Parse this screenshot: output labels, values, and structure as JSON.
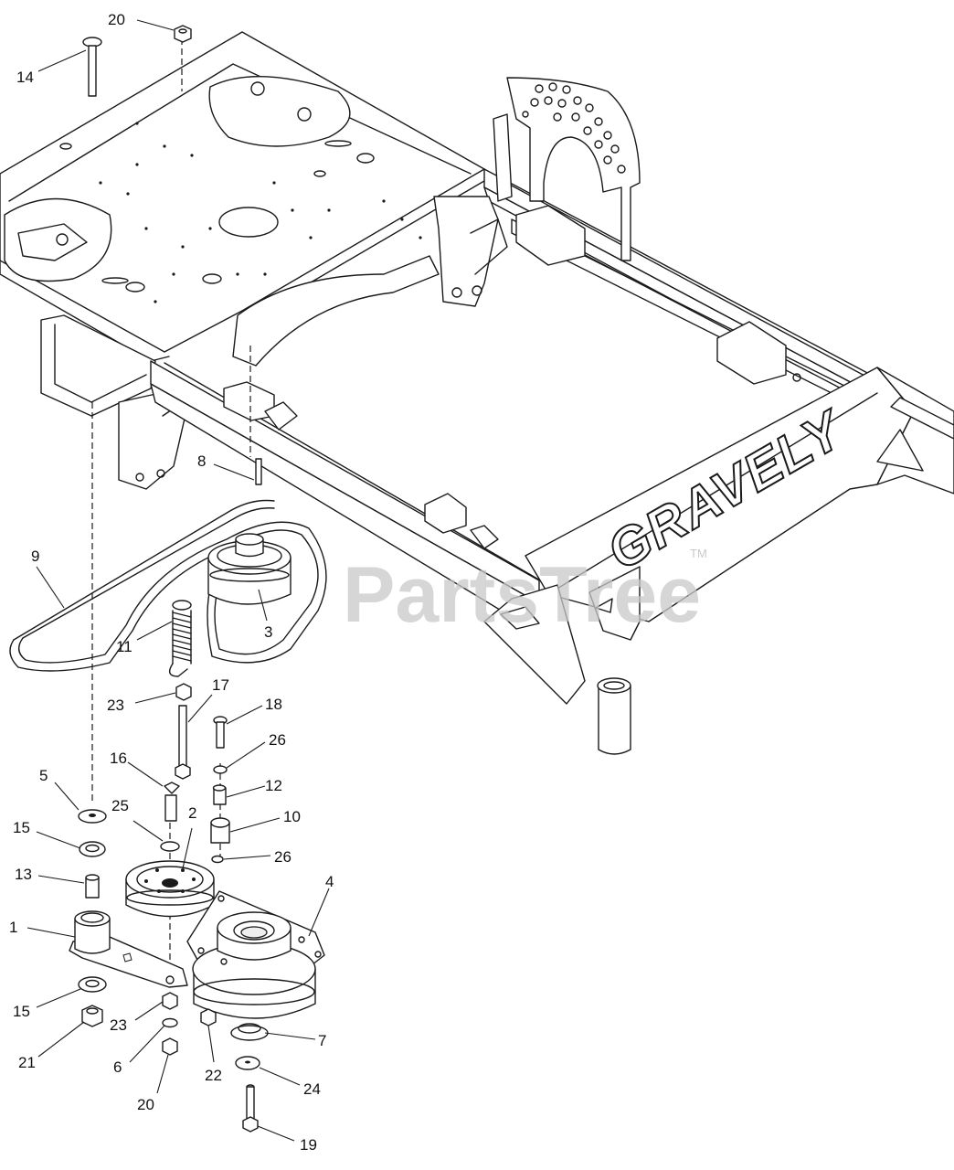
{
  "brand_text": "GRAVELY",
  "watermark": {
    "text": "PartsTree",
    "tm": "TM"
  },
  "callouts": {
    "c20_top": "20",
    "c14": "14",
    "c8": "8",
    "c9": "9",
    "c3": "3",
    "c11": "11",
    "c23_top": "23",
    "c17": "17",
    "c18": "18",
    "c26_top": "26",
    "c16": "16",
    "c12": "12",
    "c5": "5",
    "c25": "25",
    "c2": "2",
    "c10": "10",
    "c15_top": "15",
    "c26_bot": "26",
    "c13": "13",
    "c4": "4",
    "c1": "1",
    "c15_bot": "15",
    "c23_bot": "23",
    "c7": "7",
    "c21": "21",
    "c6": "6",
    "c22": "22",
    "c24": "24",
    "c20_bot": "20",
    "c19": "19"
  }
}
